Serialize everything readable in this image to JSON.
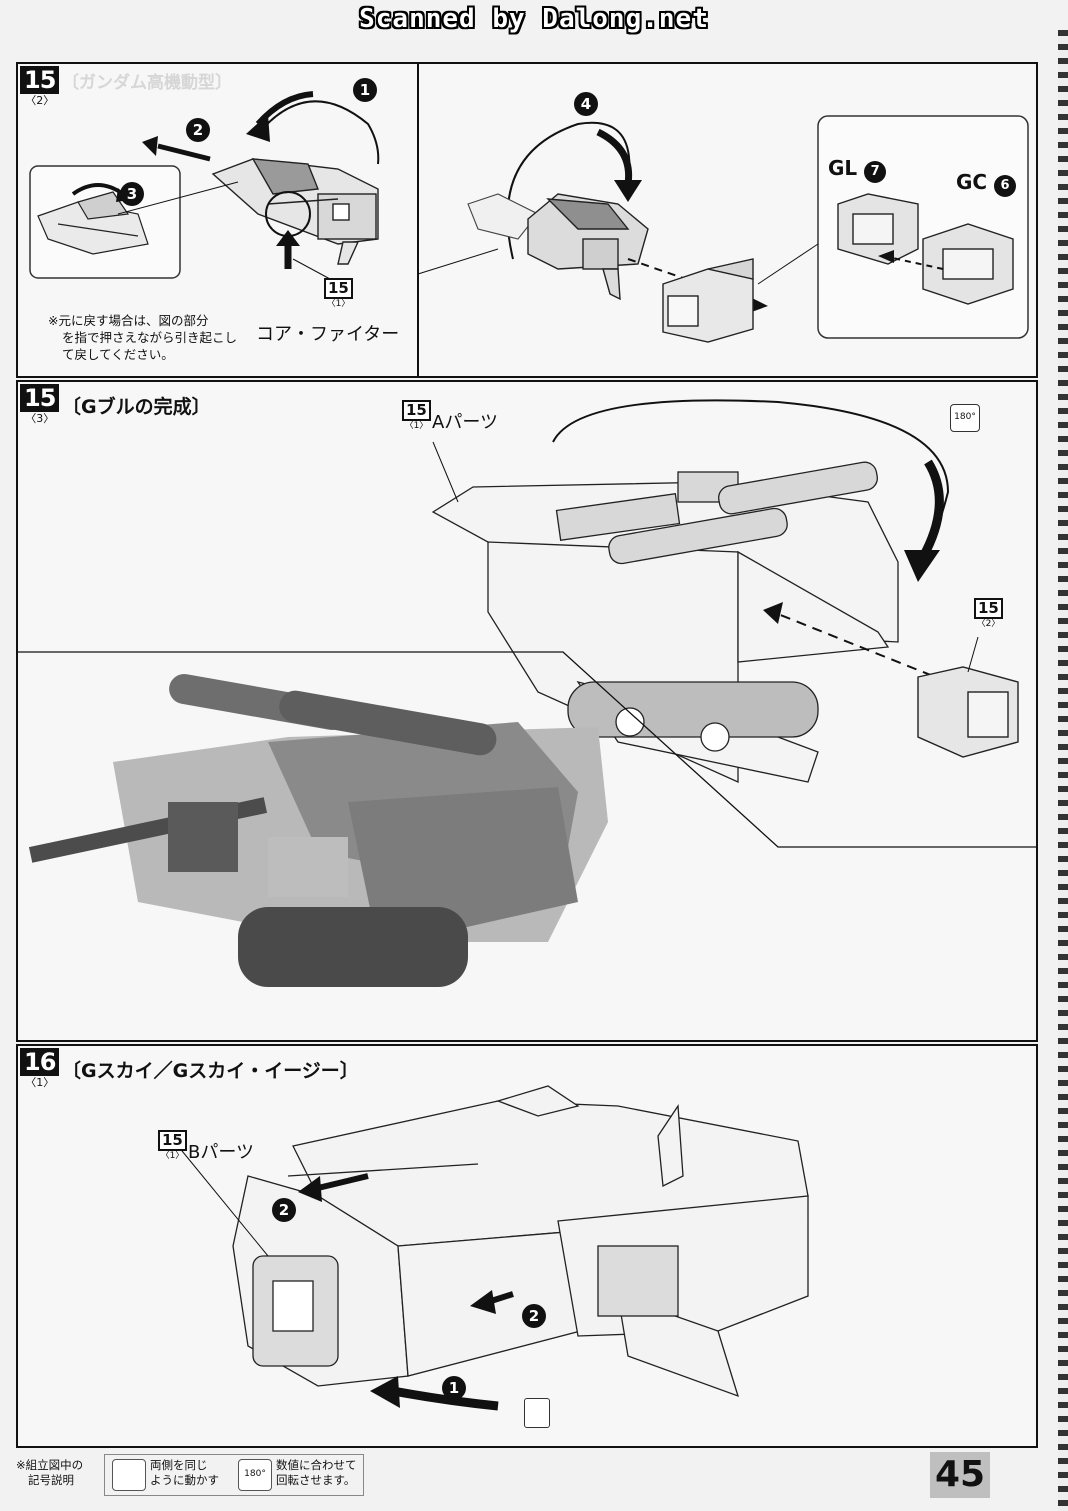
{
  "watermark": "Scanned by Dalong.net",
  "step15_2": {
    "number": "15",
    "sub": "〈2〉",
    "faint_title": "〔ガンダム高機動型〕",
    "note": [
      "※元に戻す場合は、図の部分",
      "を指で押さえながら引き起こし",
      "て戻してください。"
    ],
    "ref_number": "15",
    "ref_sub": "〈1〉",
    "core_fighter_label": "コア・ファイター",
    "arrows": [
      "1",
      "2",
      "3",
      "4"
    ],
    "gl_label": "GL",
    "gl_num": "7",
    "gc_label": "GC",
    "gc_num": "6"
  },
  "step15_3": {
    "number": "15",
    "sub": "〈3〉",
    "title": "〔Gブルの完成〕",
    "a_ref_number": "15",
    "a_ref_sub": "〈1〉",
    "a_parts": "Aパーツ",
    "ref2_number": "15",
    "ref2_sub": "〈2〉",
    "rotate_icon": "180°"
  },
  "step16_1": {
    "number": "16",
    "sub": "〈1〉",
    "title": "〔Gスカイ／Gスカイ・イージー〕",
    "b_ref_number": "15",
    "b_ref_sub": "〈1〉",
    "b_parts": "Bパーツ",
    "arrows": [
      "2",
      "2",
      "1"
    ]
  },
  "legend": {
    "title": [
      "※組立図中の",
      "記号説明"
    ],
    "item1": [
      "両側を同じ",
      "ように動かす"
    ],
    "item2_icon": "180°",
    "item2": [
      "数値に合わせて",
      "回転させます。"
    ]
  },
  "page_number": "45"
}
